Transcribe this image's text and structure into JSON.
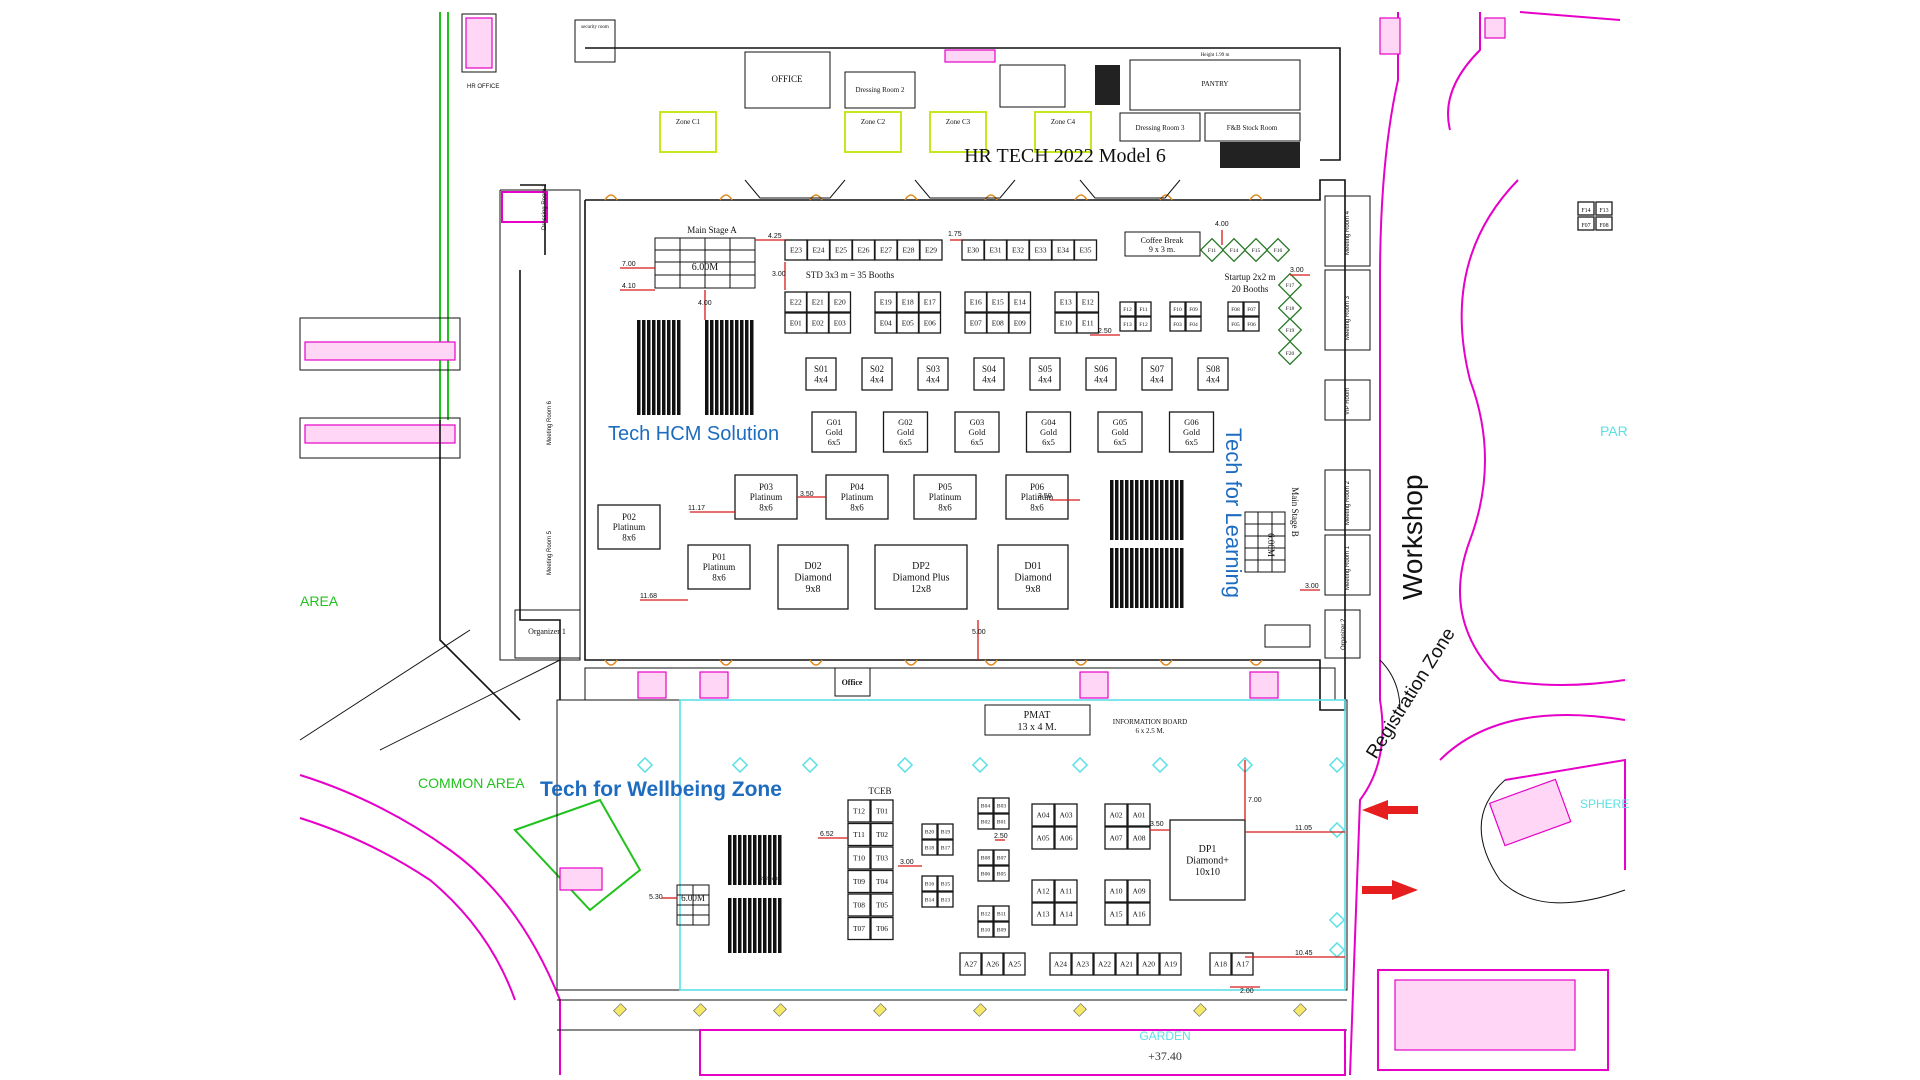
{
  "plan": {
    "title": "HR TECH 2022 Model 6",
    "zones": {
      "hcm": "Tech HCM Solution",
      "learning": "Tech for Learning",
      "wellbeing": "Tech for Wellbeing  Zone",
      "workshop": "Workshop",
      "registration": "Registration Zone"
    },
    "rooms": {
      "office_top": "OFFICE",
      "hr_office": "HR OFFICE",
      "security": "security room",
      "dressing2": "Dressing Room 2",
      "dressing3": "Dressing Room 3",
      "pantry": "PANTRY",
      "fb_stock": "F&B Stock Room",
      "height": "Height 1.99 m",
      "zone_c1": "Zone C1",
      "zone_c2": "Zone C2",
      "zone_c3": "Zone C3",
      "zone_c4": "Zone C4",
      "main_stage_a": "Main Stage A",
      "main_stage_b": "Main Stage B",
      "coffee_break": "Coffee Break",
      "coffee_size": "9 x 3 m.",
      "std_booths": "STD 3x3 m = 35 Booths",
      "startup_booths": "Startup 2x2 m",
      "startup_count": "20 Booths",
      "organizer1": "Organizer 1",
      "organizer2": "Organizer 2",
      "office_mid": "Office",
      "pmat": "PMAT",
      "pmat_size": "13 x 4 M.",
      "info_board": "INFORMATION BOARD",
      "info_size": "6 x 2.5 M.",
      "tceb": "TCEB",
      "seats_252": "252 Seats",
      "common_area": "COMMON AREA",
      "area": "AREA",
      "garden": "GARDEN",
      "garden_level": "+37.40",
      "sphere": "SPHERE",
      "par": "PAR",
      "meeting6": "Meeting Room 6",
      "meeting5": "Meeting Room 5",
      "meeting4": "Meeting Room 4",
      "meeting3": "Meeting Room 3",
      "meeting2": "Meeting Room 2",
      "meeting1": "Meeting Room 1",
      "dressing1": "Dressing Room 1",
      "vip": "VIP Room",
      "stage_size": "6.00M"
    },
    "std_row1": [
      "E23",
      "E24",
      "E25",
      "E26",
      "E27",
      "E28",
      "E29"
    ],
    "std_row1b": [
      "E30",
      "E31",
      "E32",
      "E33",
      "E34",
      "E35"
    ],
    "std_grid": [
      [
        "E22",
        "E21",
        "E20"
      ],
      [
        "E01",
        "E02",
        "E03"
      ],
      [
        "E19",
        "E18",
        "E17"
      ],
      [
        "E04",
        "E05",
        "E06"
      ],
      [
        "E16",
        "E15",
        "E14"
      ],
      [
        "E07",
        "E08",
        "E09"
      ],
      [
        "E13",
        "E12"
      ],
      [
        "E10",
        "E11"
      ]
    ],
    "startup_diamonds": [
      "F11",
      "F14",
      "F15",
      "F16",
      "F17",
      "F18",
      "F19",
      "F20"
    ],
    "startup_small": [
      "F12",
      "F11",
      "F10",
      "F09",
      "F08",
      "F07",
      "F13",
      "F12",
      "F03",
      "F04",
      "F05",
      "F06"
    ],
    "far_right": [
      "F14",
      "F13",
      "F07",
      "F08"
    ],
    "silver": [
      {
        "id": "S01",
        "size": "4x4"
      },
      {
        "id": "S02",
        "size": "4x4"
      },
      {
        "id": "S03",
        "size": "4x4"
      },
      {
        "id": "S04",
        "size": "4x4"
      },
      {
        "id": "S05",
        "size": "4x4"
      },
      {
        "id": "S06",
        "size": "4x4"
      },
      {
        "id": "S07",
        "size": "4x4"
      },
      {
        "id": "S08",
        "size": "4x4"
      }
    ],
    "gold": [
      {
        "id": "G01",
        "tier": "Gold",
        "size": "6x5"
      },
      {
        "id": "G02",
        "tier": "Gold",
        "size": "6x5"
      },
      {
        "id": "G03",
        "tier": "Gold",
        "size": "6x5"
      },
      {
        "id": "G04",
        "tier": "Gold",
        "size": "6x5"
      },
      {
        "id": "G05",
        "tier": "Gold",
        "size": "6x5"
      },
      {
        "id": "G06",
        "tier": "Gold",
        "size": "6x5"
      }
    ],
    "platinum": [
      {
        "id": "P03",
        "tier": "Platinum",
        "size": "8x6"
      },
      {
        "id": "P04",
        "tier": "Platinum",
        "size": "8x6"
      },
      {
        "id": "P05",
        "tier": "Platinum",
        "size": "8x6"
      },
      {
        "id": "P06",
        "tier": "Platinum",
        "size": "8x6"
      },
      {
        "id": "P02",
        "tier": "Platinum",
        "size": "8x6"
      },
      {
        "id": "P01",
        "tier": "Platinum",
        "size": "8x6"
      }
    ],
    "diamond": [
      {
        "id": "D02",
        "tier": "Diamond",
        "size": "9x8"
      },
      {
        "id": "DP2",
        "tier": "Diamond Plus",
        "size": "12x8"
      },
      {
        "id": "D01",
        "tier": "Diamond",
        "size": "9x8"
      },
      {
        "id": "DP1",
        "tier": "Diamond+",
        "size": "10x10"
      }
    ],
    "tceb_booths": [
      "T12",
      "T01",
      "T11",
      "T02",
      "T10",
      "T03",
      "T09",
      "T04",
      "T08",
      "T05",
      "T07",
      "T06"
    ],
    "b_booths": [
      "B20",
      "B19",
      "B18",
      "B17",
      "B16",
      "B15",
      "B14",
      "B13",
      "B12",
      "B11",
      "B10",
      "B09",
      "B08",
      "B07",
      "B06",
      "B05",
      "B04",
      "B03",
      "B02",
      "B01"
    ],
    "a_grid": [
      "A04",
      "A03",
      "A02",
      "A01",
      "A05",
      "A06",
      "A07",
      "A08",
      "A12",
      "A11",
      "A10",
      "A09",
      "A13",
      "A14",
      "A15",
      "A16"
    ],
    "a_row": [
      "A27",
      "A26",
      "A25",
      "A24",
      "A23",
      "A22",
      "A21",
      "A20",
      "A19",
      "A18",
      "A17"
    ],
    "dims": [
      "4.25",
      "7.00",
      "4.10",
      "3.00",
      "4.00",
      "1.75",
      "2.50",
      "11.17",
      "3.50",
      "11.68",
      "5.00",
      "3.00",
      "6.52",
      "3.00",
      "2.50",
      "3.50",
      "11.05",
      "10.45",
      "7.00",
      "5.30",
      "2.00",
      "4.00",
      "3.00",
      "3.50"
    ]
  },
  "colors": {
    "zone_blue": "#1e6cc0",
    "wall_pink": "#e600c8",
    "arrow_red": "#e61e1e",
    "accent_green": "#22c21e",
    "cyan": "#5be0e6"
  }
}
